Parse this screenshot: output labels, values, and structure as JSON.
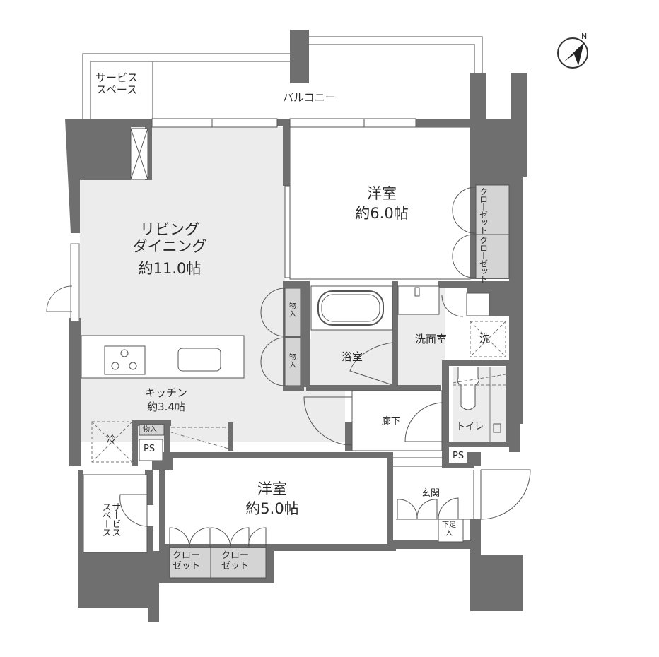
{
  "plan": {
    "compass": {
      "icon": "north-arrow-icon",
      "label": "N"
    },
    "colors": {
      "wall": "#6f6f6f",
      "floor_gray": "#ededed",
      "closet": "#d4d4d4",
      "line": "#555555",
      "bg": "#ffffff"
    },
    "rooms": {
      "service_space_top": {
        "label": "サービス\nスペース"
      },
      "balcony": {
        "label": "バルコニー"
      },
      "western_room_1": {
        "name": "洋室",
        "size": "約6.0帖"
      },
      "closet_1a": {
        "label": "クローゼット"
      },
      "closet_1b": {
        "label": "クローゼット"
      },
      "living_dining": {
        "name": "リビング\nダイニング",
        "size": "約11.0帖"
      },
      "storage_1": {
        "label": "物入"
      },
      "storage_2": {
        "label": "物入"
      },
      "bathroom": {
        "label": "浴室"
      },
      "washroom": {
        "label": "洗面室"
      },
      "washer": {
        "label": "洗"
      },
      "kitchen": {
        "name": "キッチン",
        "size": "約3.4帖"
      },
      "fridge": {
        "label": "冷"
      },
      "kitchen_storage": {
        "label": "物入"
      },
      "ps_kitchen": {
        "label": "PS"
      },
      "hallway": {
        "label": "廊下"
      },
      "toilet": {
        "label": "トイレ"
      },
      "ps_entry": {
        "label": "PS"
      },
      "entrance": {
        "label": "玄関"
      },
      "shoe_storage": {
        "label": "下足\n入"
      },
      "western_room_2": {
        "name": "洋室",
        "size": "約5.0帖"
      },
      "closet_2a": {
        "label": "クロー\nゼット"
      },
      "closet_2b": {
        "label": "クロー\nゼット"
      },
      "service_space_bottom": {
        "label": "サービス\nスペース"
      }
    }
  }
}
